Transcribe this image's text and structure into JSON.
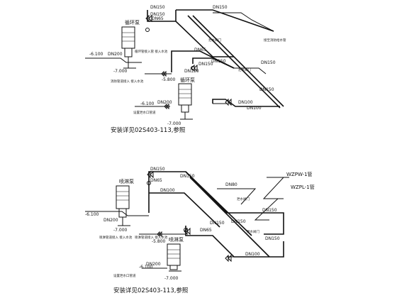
{
  "top": {
    "pump1_name": "循环泵",
    "pump2_name": "循环泵",
    "dn150_top": "DN150",
    "dn150_left": "DN150",
    "dn65_left": "DN65",
    "dn150_mid": "DN150",
    "dn150_right": "DN150",
    "dn65_mid": "DN65",
    "dn150_b": "DN150",
    "dn150_c": "DN150",
    "dn150_d": "DN150",
    "dn200_1": "DN200",
    "dn200_2": "DN200",
    "dn100_1": "DN100",
    "dn100_2": "DN100",
    "dn150_diag": "DN150",
    "elev_m6100_1": "-6.100",
    "elev_m7000_1": "-7.000",
    "elev_m5800": "-5.800",
    "elev_m6100_2": "-6.100",
    "elev_m7000_2": "-7.000",
    "note_inlet1": "消防管道接入 接入水池",
    "note_inlet2": "循环管接入管 接入水池",
    "note_outlet": "接至消防给水管",
    "note_valve": "泄水阀门",
    "note_valve2": "泄水阀门",
    "note_drain": "设置泄水口管道",
    "note_std": "安装详见02S403-113,参照"
  },
  "bottom": {
    "pump1_name": "喷淋泵",
    "pump2_name": "喷淋泵",
    "dn150_a": "DN150",
    "dn65_a": "DN65",
    "dn150_b": "DN150",
    "dn100_a": "DN100",
    "dn65_b": "DN65",
    "dn80": "DN80",
    "dn150_c": "DN150",
    "dn150_d": "DN150",
    "dn100_b": "DN100",
    "dn150_e": "DN150",
    "dn150_f": "DN150",
    "dn200_1": "DN200",
    "dn200_2": "DN200",
    "zpw": "WZPW-1管",
    "zpl": "WZPL-1管",
    "elev_m6100_1": "-6.100",
    "elev_m7000_1": "-7.000",
    "elev_m5800": "-5.800",
    "elev_m6100_2": "-6.100",
    "elev_m7000_2": "-7.000",
    "note_inlet1": "喷淋管道接入 接入水池",
    "note_inlet2": "喷淋管道接入 接入水池",
    "note_valve": "泄水阀门",
    "note_valve2": "泄水阀门",
    "note_drain": "设置泄水口管道",
    "note_std": "安装详见02S403-113,参照"
  }
}
